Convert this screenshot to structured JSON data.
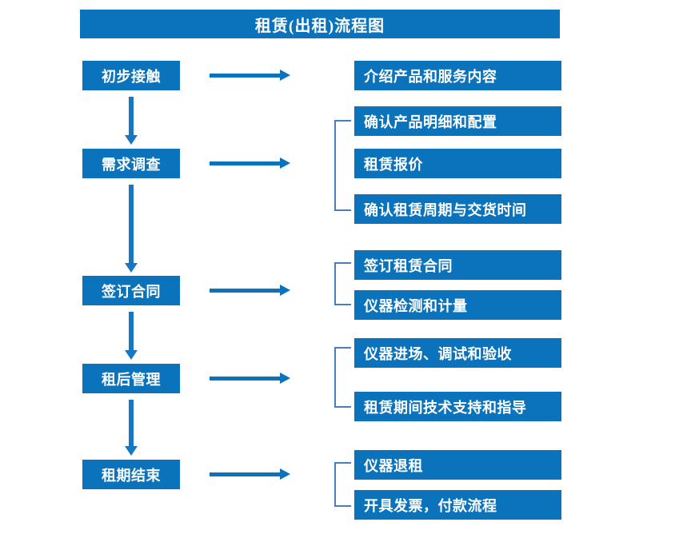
{
  "diagram": {
    "title": "租赁(出租)流程图",
    "title_color": "#0B72BC",
    "box_color": "#0B72BC",
    "arrow_color": "#1678C2",
    "bracket_color": "#4A7EBB",
    "text_color": "#FFFFFF"
  },
  "stages": [
    {
      "label": "初步接触"
    },
    {
      "label": "需求调查"
    },
    {
      "label": "签订合同"
    },
    {
      "label": "租后管理"
    },
    {
      "label": "租期结束"
    }
  ],
  "details": [
    {
      "label": "介绍产品和服务内容"
    },
    {
      "label": "确认产品明细和配置"
    },
    {
      "label": "租赁报价"
    },
    {
      "label": "确认租赁周期与交货时间"
    },
    {
      "label": "签订租赁合同"
    },
    {
      "label": "仪器检测和计量"
    },
    {
      "label": "仪器进场、调试和验收"
    },
    {
      "label": "租赁期间技术支持和指导"
    },
    {
      "label": "仪器退租"
    },
    {
      "label": "开具发票，付款流程"
    }
  ]
}
